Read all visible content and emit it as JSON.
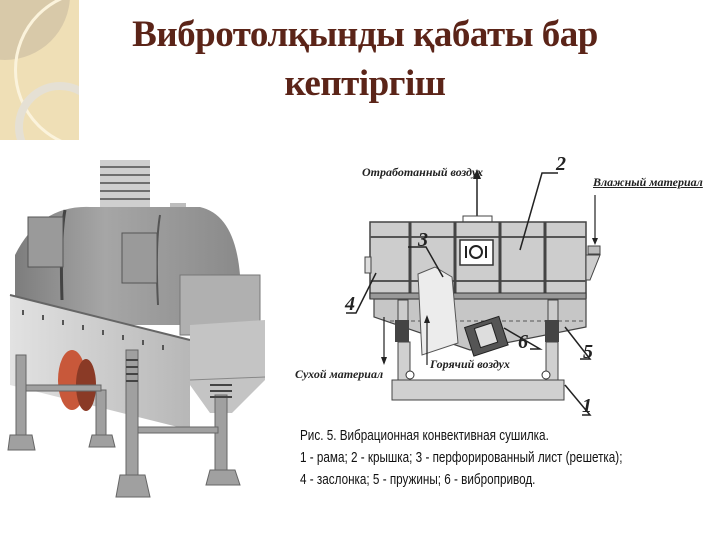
{
  "slide": {
    "title_line1": "Вибротолқынды қабаты бар",
    "title_line2": "кептіргіш",
    "title_color": "#5b2418",
    "background_color": "#ffffff",
    "corner_decoration_color": "#efdfb6"
  },
  "photo": {
    "subject": "vibrating fluid-bed dryer 3D render",
    "motor_color": "#c8583a"
  },
  "diagram": {
    "labels": {
      "exhaust_air": "Отработанный воздух",
      "wet_material": "Влажный материал",
      "dry_material": "Сухой материал",
      "hot_air": "Горячий воздух"
    },
    "part_numbers": [
      "1",
      "2",
      "3",
      "4",
      "5",
      "6"
    ],
    "caption": {
      "line1": "Рис. 5. Вибрационная конвективная сушилка.",
      "line2": "1 - рама; 2 - крышка; 3 - перфорированный лист (решетка);",
      "line3": "4 - заслонка; 5 - пружины; 6 - вибропривод."
    }
  }
}
